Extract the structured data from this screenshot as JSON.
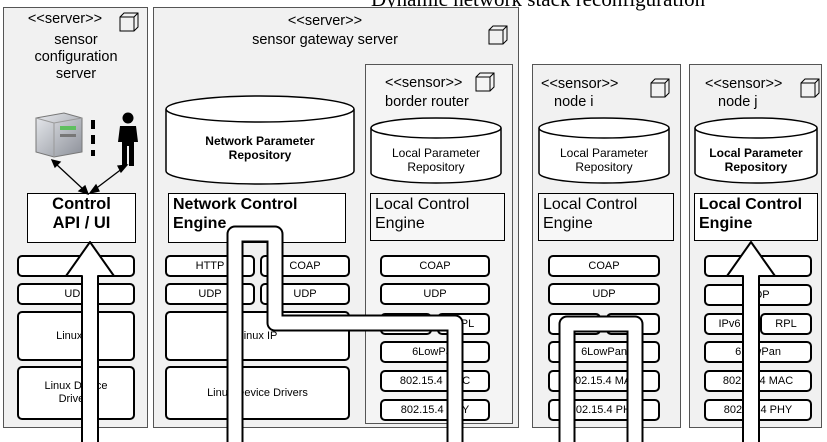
{
  "page_title": "Dynamic network stack reconfiguration",
  "stereotypes": {
    "server": "<<server>>",
    "sensor": "<<sensor>>"
  },
  "nodes": {
    "config_server": {
      "name": "sensor\nconfiguration\nserver",
      "engine": "Control\nAPI / UI",
      "stack": [
        "",
        "UDP",
        "Linux IP",
        "Linux Device\nDrivers"
      ]
    },
    "gateway": {
      "name": "sensor gateway server",
      "repository": "Network Parameter\nRepository",
      "engine": "Network Control\nEngine",
      "stack_left": [
        "HTTP",
        "UDP"
      ],
      "stack_right": [
        "COAP",
        "UDP"
      ],
      "linux_ip": "Linux IP",
      "drivers": "Linux Device Drivers"
    },
    "border_router": {
      "name": "border router",
      "repository": "Local Parameter\nRepository",
      "engine": "Local Control\nEngine",
      "stack": [
        "COAP",
        "UDP",
        "",
        "RPL",
        "6LowPan",
        "802.15.4 MAC",
        "802.15.4 PHY"
      ]
    },
    "node_i": {
      "name": "node i",
      "repository": "Local Parameter\nRepository",
      "engine": "Local Control\nEngine",
      "stack": [
        "COAP",
        "UDP",
        "",
        "",
        "6LowPan",
        "802.15.4 MAC",
        "802.15.4 PHY"
      ]
    },
    "node_j": {
      "name": "node j",
      "repository": "Local Parameter\nRepository",
      "engine": "Local Control\nEngine",
      "stack": [
        "",
        "UDP",
        "IPv6",
        "RPL",
        "6LowPan",
        "802.15.4 MAC",
        "802.15.4 PHY"
      ]
    }
  },
  "icons": [
    "server-computer-icon",
    "person-icon",
    "cube-icon"
  ]
}
